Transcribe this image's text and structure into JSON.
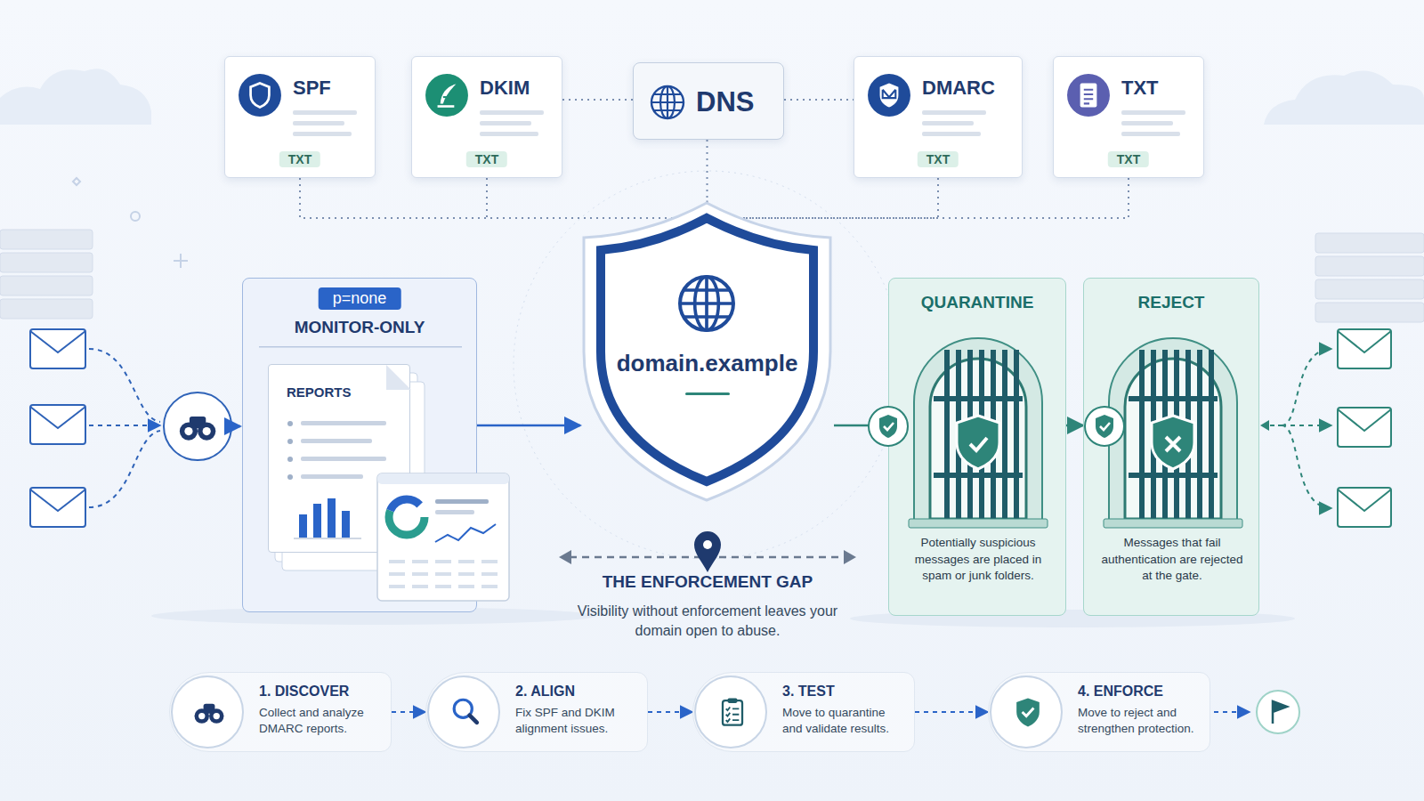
{
  "diagram": {
    "nodes": [
      {
        "text": [
          "SPF",
          "TXT"
        ]
      },
      {
        "text": [
          "DKIM",
          "TXT"
        ]
      },
      {
        "text": [
          "DNS"
        ]
      },
      {
        "text": [
          "DMARC",
          "TXT"
        ]
      },
      {
        "text": [
          "TXT",
          "TXT"
        ]
      },
      {
        "text": [
          "p=none",
          "MONITOR-ONLY"
        ]
      },
      {
        "text": [
          "REPORTS"
        ],
        "in": 5
      },
      {
        "text": [
          "domain.example"
        ]
      },
      {
        "text": [
          "QUARANTINE",
          "Potentially suspicious messages are placed in spam or junk folders."
        ]
      },
      {
        "text": [
          "REJECT",
          "Messages that fail authentication are rejected at the gate."
        ]
      },
      {
        "text": [
          "1. DISCOVER",
          "Collect and analyze DMARC reports."
        ]
      },
      {
        "text": [
          "2. ALIGN",
          "Fix SPF and DKIM alignment issues."
        ]
      },
      {
        "text": [
          "3. TEST",
          "Move to quarantine and validate results."
        ]
      },
      {
        "text": [
          "4. ENFORCE",
          "Move to reject and strengthen protection."
        ]
      }
    ],
    "edges": [
      {
        "from": 1,
        "to": 2,
        "arrow": "none"
      },
      {
        "from": 2,
        "to": 3,
        "arrow": "none"
      },
      {
        "from": 0,
        "to": 7,
        "arrow": "none"
      },
      {
        "from": 1,
        "to": 7,
        "arrow": "none"
      },
      {
        "from": 2,
        "to": 7,
        "arrow": "none"
      },
      {
        "from": 3,
        "to": 7,
        "arrow": "none"
      },
      {
        "from": 4,
        "to": 7,
        "arrow": "none"
      },
      {
        "from": 5,
        "to": 7,
        "arrow": "to"
      },
      {
        "from": 7,
        "to": 8,
        "arrow": "none"
      },
      {
        "from": 8,
        "to": 9,
        "arrow": "to"
      },
      {
        "from": 10,
        "to": 11,
        "arrow": "to"
      },
      {
        "from": 11,
        "to": 12,
        "arrow": "to"
      },
      {
        "from": 12,
        "to": 13,
        "arrow": "to"
      }
    ],
    "labels": [
      "THE ENFORCEMENT GAP",
      "Visibility without enforcement leaves your domain open to abuse."
    ]
  }
}
